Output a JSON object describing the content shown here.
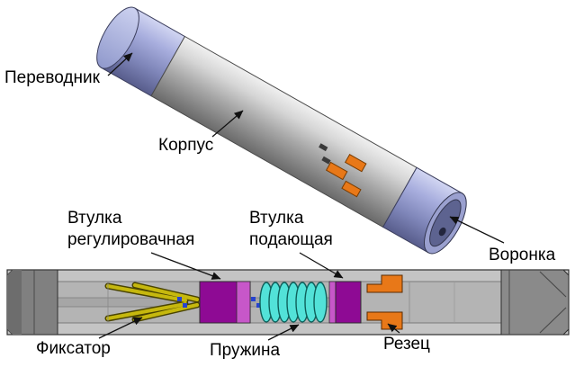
{
  "figure": {
    "views": {
      "iso": {
        "callouts": {
          "crossover": {
            "label": "Переводник"
          },
          "body": {
            "label": "Корпус"
          },
          "funnel": {
            "label": "Воронка"
          }
        }
      },
      "section": {
        "callouts": {
          "adjusting_sleeve": {
            "line1": "Втулка",
            "line2": "регулировачная"
          },
          "feeding_sleeve": {
            "line1": "Втулка",
            "line2": "подающая"
          },
          "retainer": {
            "label": "Фиксатор"
          },
          "spring": {
            "label": "Пружина"
          },
          "cutter": {
            "label": "Резец"
          }
        }
      }
    },
    "colors": {
      "end_purple": "#9aa1d6",
      "sleeve_magenta": "#8e0a94",
      "sleeve_magenta_light": "#c757c9",
      "spring_cyan": "#52e2d8",
      "cutter_orange": "#e87818",
      "retainer_yellow": "#c6b80e",
      "body_gray": "#b8b8b8",
      "dot_blue": "#2743cf"
    }
  }
}
